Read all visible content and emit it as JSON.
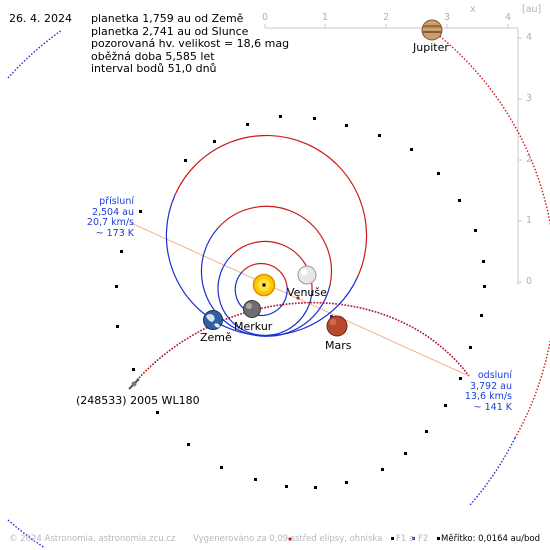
{
  "date": "26. 4. 2024",
  "info": {
    "line1": "planetka 1,759 au od Země",
    "line2": "planetka 2,741 au od Slunce",
    "line3": "pozorovaná hv. velikost = 18,6 mag",
    "line4": "oběžná doba 5,585 let",
    "line5": "interval bodů 51,0 dnů"
  },
  "axes": {
    "x_ticks": [
      "0",
      "1",
      "2",
      "3",
      "4"
    ],
    "y_ticks": [
      "0",
      "1",
      "2",
      "3",
      "4"
    ],
    "x_label": "x",
    "unit": "[au]"
  },
  "planets": {
    "jupiter": "Jupiter",
    "venus": "Venuše",
    "mercury": "Merkur",
    "earth": "Země",
    "mars": "Mars"
  },
  "asteroid_name": "(248533) 2005 WL180",
  "perihelion": {
    "title": "přísluní",
    "distance": "2,504 au",
    "speed": "20,7 km/s",
    "temp": "~ 173 K"
  },
  "aphelion": {
    "title": "odsluní",
    "distance": "3,792 au",
    "speed": "13,6 km/s",
    "temp": "~ 141 K"
  },
  "footer": {
    "copyright": "© 2024 Astronomia, astronomia.zcu.cz",
    "generated": "Vygenerováno za 0,09 s",
    "legend_center": "střed elipsy, ohniska",
    "legend_f1": "F1 a",
    "legend_f2": "F2",
    "scale": "Měřítko: 0,0164 au/bod"
  },
  "colors": {
    "orbit_blue": "#1c2fd0",
    "orbit_red": "#cc1a1a",
    "apsis_line": "#f0a070",
    "sun": "#ffc800",
    "mars": "#b54a2e",
    "jupiter": "#c9a070",
    "label_blue": "#1a3fd9"
  }
}
